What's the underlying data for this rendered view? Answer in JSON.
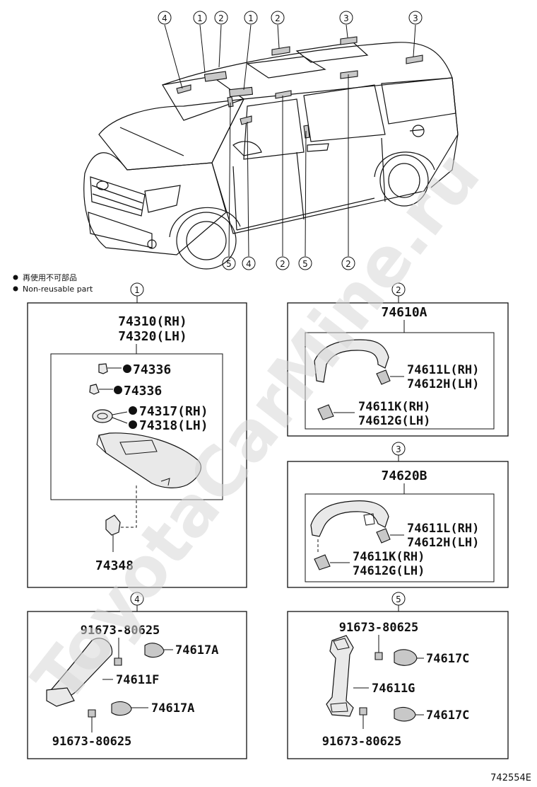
{
  "legend": {
    "line_cn": "再使用不可部品",
    "line_en": "Non-reusable part"
  },
  "watermark": "ToyotaCarMine.ru",
  "car_callouts": {
    "top": [
      "4",
      "1",
      "2",
      "1",
      "2",
      "3",
      "3"
    ],
    "bottom": [
      "5",
      "4",
      "2",
      "5",
      "2"
    ]
  },
  "panels": {
    "p1": {
      "circle": "1",
      "assembly": [
        "74310(RH)",
        "74320(LH)"
      ],
      "parts": [
        "74336",
        "74336",
        "74317(RH)",
        "74318(LH)",
        "74348"
      ]
    },
    "p2": {
      "circle": "2",
      "assembly": "74610A",
      "parts": [
        "74611L(RH)",
        "74612H(LH)",
        "74611K(RH)",
        "74612G(LH)"
      ]
    },
    "p3": {
      "circle": "3",
      "assembly": "74620B",
      "parts": [
        "74611L(RH)",
        "74612H(LH)",
        "74611K(RH)",
        "74612G(LH)"
      ]
    },
    "p4": {
      "circle": "4",
      "parts": [
        "91673-80625",
        "74617A",
        "74611F",
        "74617A",
        "91673-80625"
      ]
    },
    "p5": {
      "circle": "5",
      "parts": [
        "91673-80625",
        "74617C",
        "74611G",
        "74617C",
        "91673-80625"
      ]
    }
  },
  "figure_id": "742554E"
}
